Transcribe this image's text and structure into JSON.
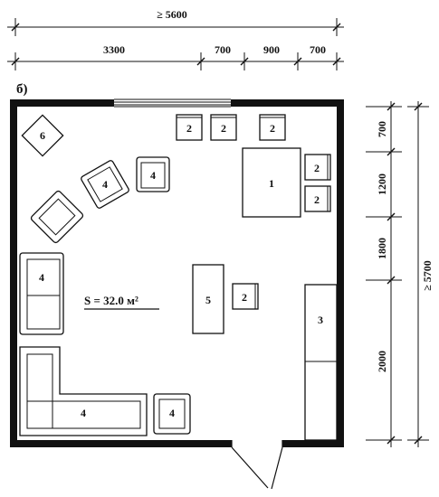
{
  "dimensions": {
    "total_width": "≥ 5600",
    "segments": [
      "3300",
      "700",
      "900",
      "700"
    ],
    "right_segments": [
      "700",
      "1200",
      "1800",
      "2000"
    ],
    "total_height": "≥ 5700"
  },
  "subfigure_label": "б)",
  "area_label": "S = 32.0 м²",
  "furniture_labels": {
    "one": "1",
    "two": "2",
    "three": "3",
    "four": "4",
    "five": "5",
    "six": "6"
  }
}
